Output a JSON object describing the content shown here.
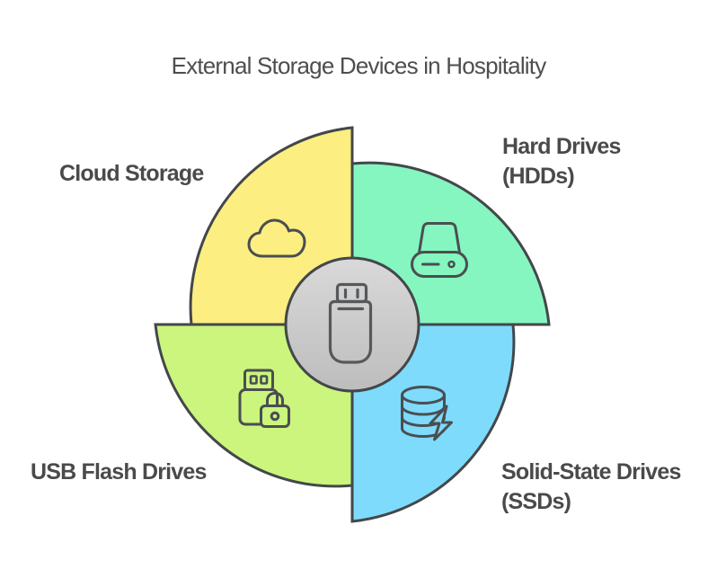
{
  "title": "External Storage Devices in Hospitality",
  "colors": {
    "outline": "#43474a",
    "icon_stroke": "#4a4e51",
    "center_icon_stroke": "#56595c",
    "text": "#4a4a4a",
    "title_text": "#4e4e4e",
    "background": "#ffffff"
  },
  "center": {
    "icon": "usb-flash-drive-icon",
    "gradient_top": "#d9d9d9",
    "gradient_bottom": "#bdbdbd"
  },
  "segments": [
    {
      "label": "Cloud Storage",
      "icon": "cloud-icon",
      "color": "#fcee81",
      "position": "top-left"
    },
    {
      "label": "Hard Drives (HDDs)",
      "label_line1": "Hard Drives",
      "label_line2": "(HDDs)",
      "icon": "hard-drive-icon",
      "color": "#85f6bf",
      "position": "top-right"
    },
    {
      "label": "USB Flash Drives",
      "icon": "usb-security-icon",
      "color": "#cbf57d",
      "position": "bottom-left"
    },
    {
      "label": "Solid-State Drives (SSDs)",
      "label_line1": "Solid-State Drives",
      "label_line2": "(SSDs)",
      "icon": "ssd-icon",
      "color": "#7edbfc",
      "position": "bottom-right"
    }
  ]
}
